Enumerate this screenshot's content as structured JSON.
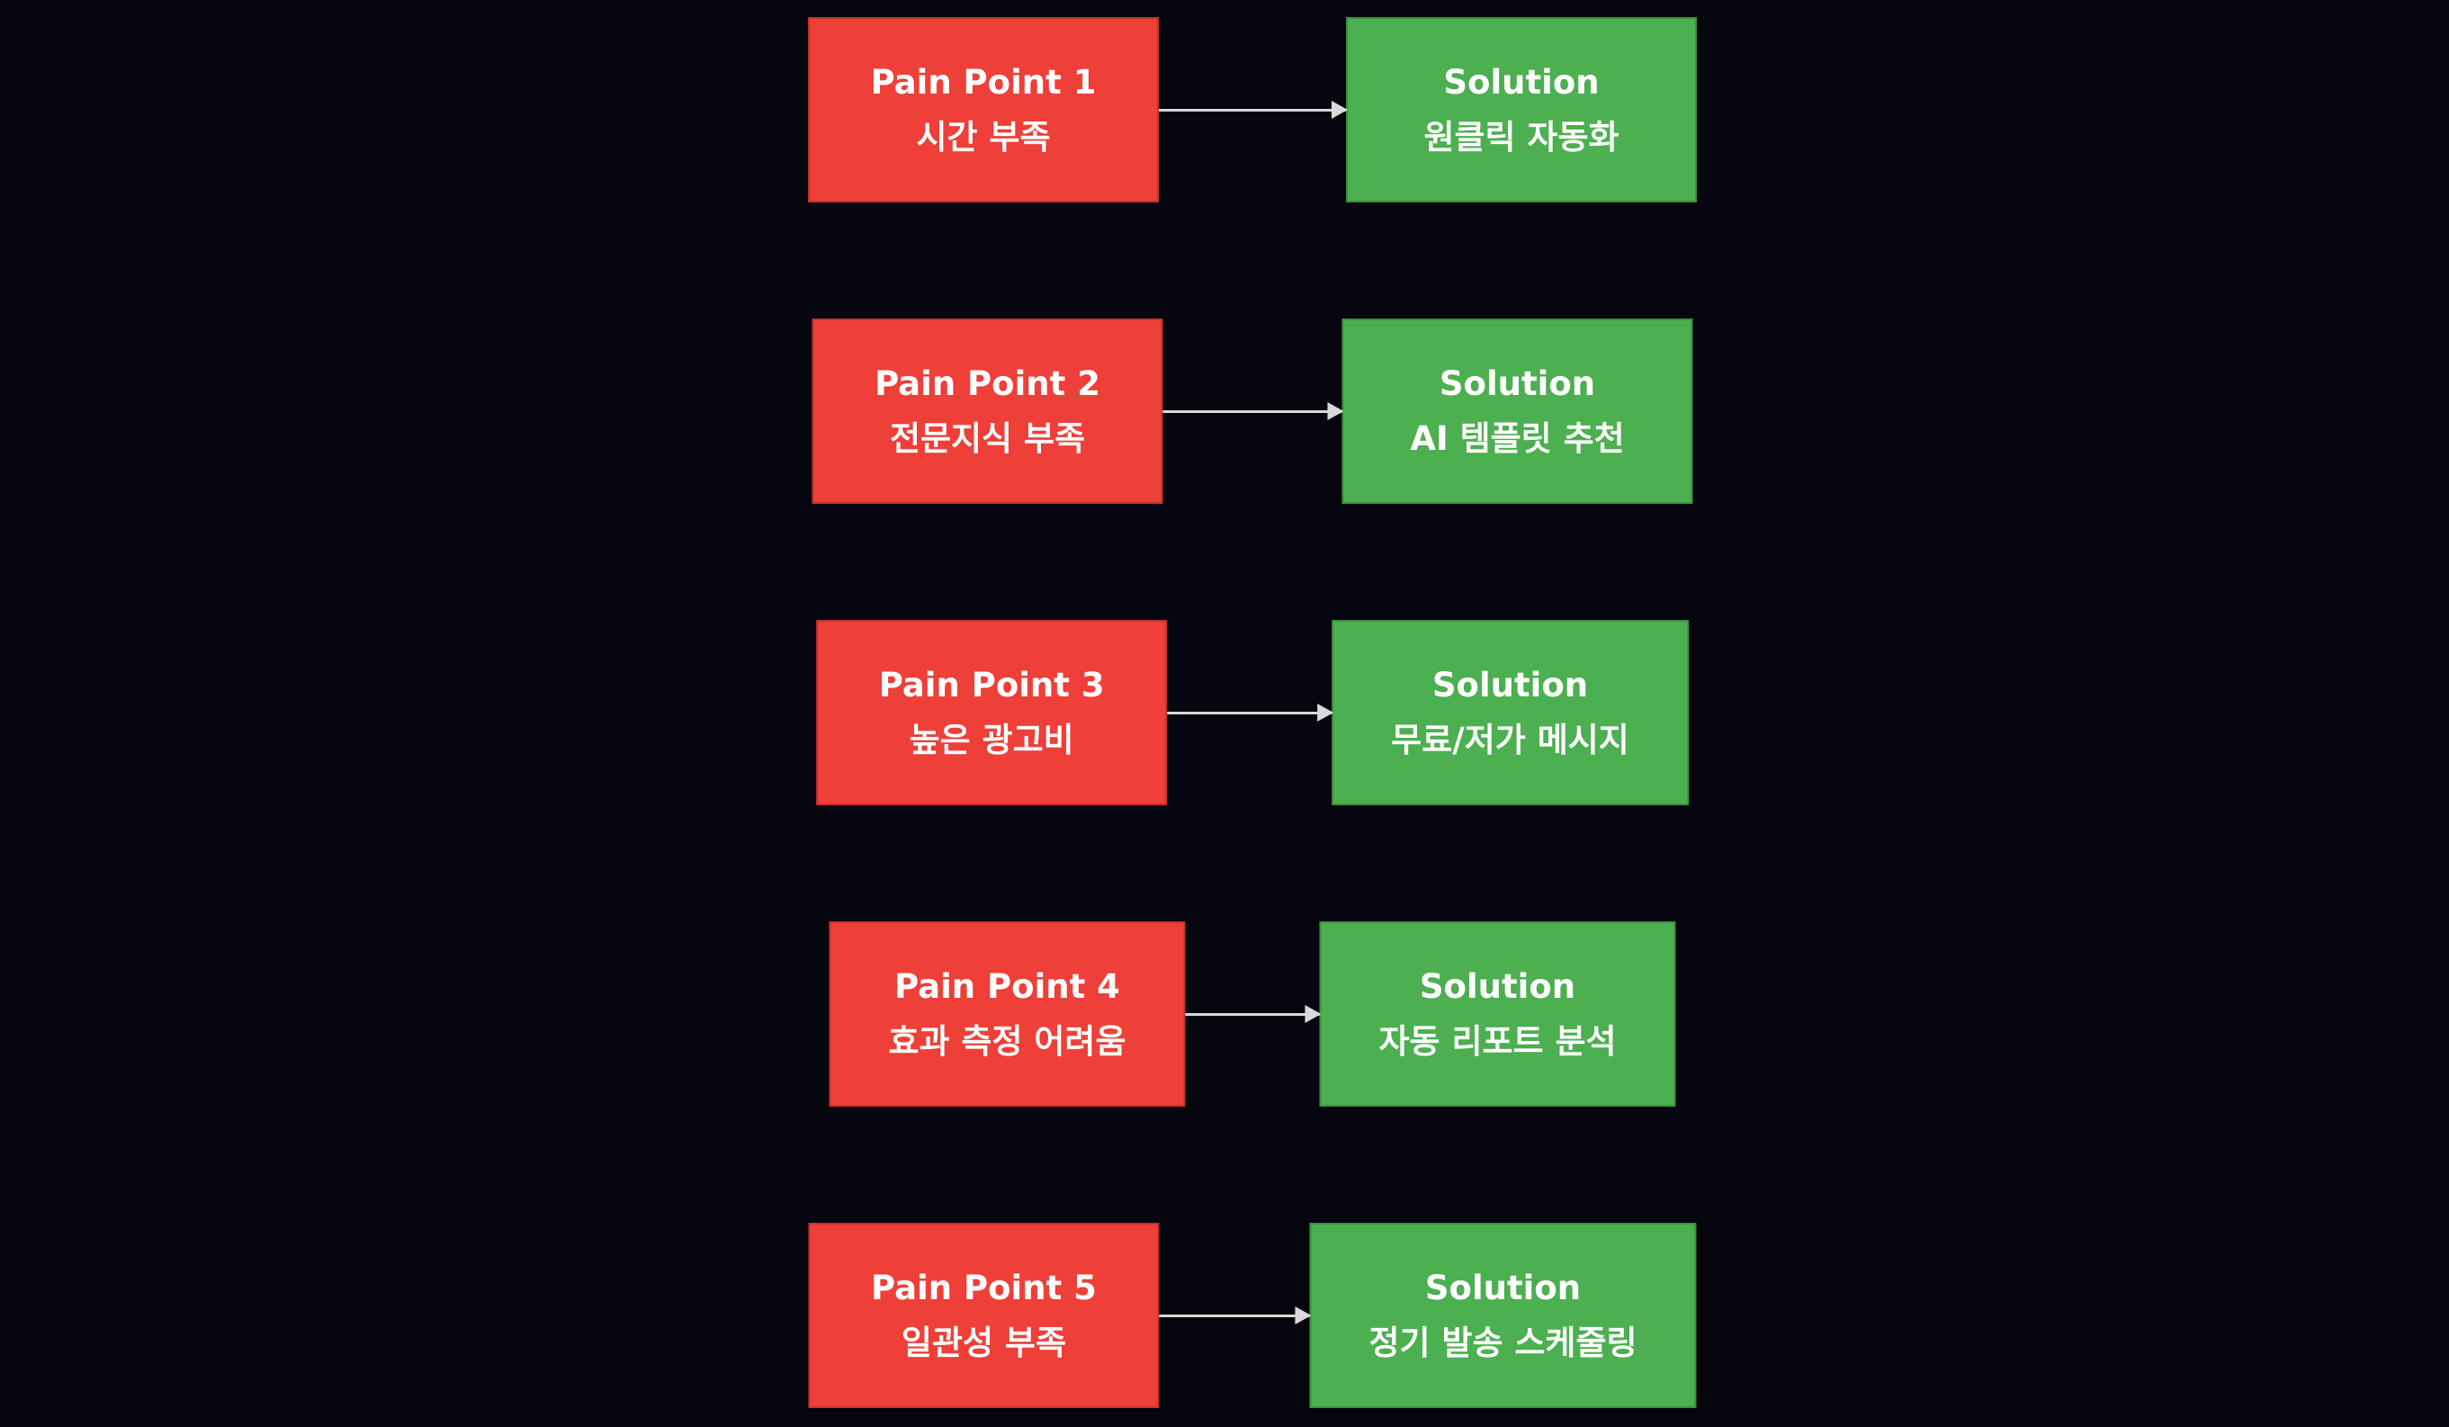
{
  "colors": {
    "background": "#05060e",
    "pain_box": "#ee3f38",
    "solution_box": "#4caf50",
    "arrow": "#d9d9d9",
    "text": "#ffffff"
  },
  "rows": [
    {
      "pain_title": "Pain Point 1",
      "pain_subtitle": "시간 부족",
      "solution_title": "Solution",
      "solution_subtitle": "원클릭 자동화"
    },
    {
      "pain_title": "Pain Point 2",
      "pain_subtitle": "전문지식 부족",
      "solution_title": "Solution",
      "solution_subtitle": "AI 템플릿 추천"
    },
    {
      "pain_title": "Pain Point 3",
      "pain_subtitle": "높은 광고비",
      "solution_title": "Solution",
      "solution_subtitle": "무료/저가 메시지"
    },
    {
      "pain_title": "Pain Point 4",
      "pain_subtitle": "효과 측정 어려움",
      "solution_title": "Solution",
      "solution_subtitle": "자동 리포트 분석"
    },
    {
      "pain_title": "Pain Point 5",
      "pain_subtitle": "일관성 부족",
      "solution_title": "Solution",
      "solution_subtitle": "정기 발송 스케줄링"
    }
  ]
}
